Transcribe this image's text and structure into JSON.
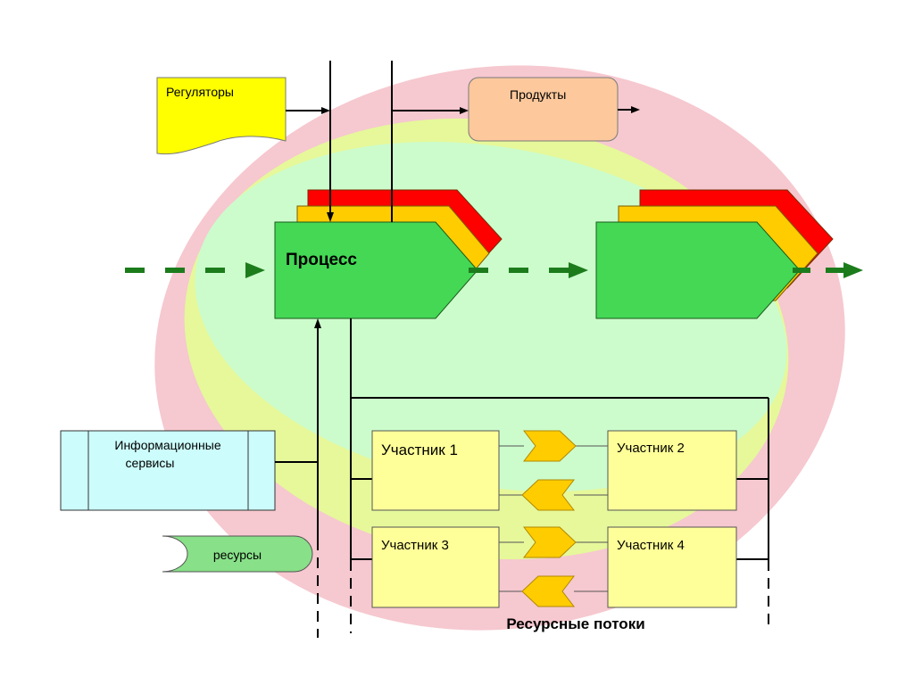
{
  "labels": {
    "regulators": "Регуляторы",
    "products": "Продукты",
    "process": "Процесс",
    "info_services_line1": "Информационные",
    "info_services_line2": "сервисы",
    "resources": "ресурсы",
    "participant_1": "Участник 1",
    "participant_2": "Участник 2",
    "participant_3": "Участник 3",
    "participant_4": "Участник 4",
    "resource_flows": "Ресурсные потоки"
  },
  "colors": {
    "outer_ellipse": "#f6c8cf",
    "middle_ellipse": "#e6f89a",
    "inner_ellipse": "#ccfccc",
    "process_green": "#44d855",
    "process_yellow": "#ffcc00",
    "process_red": "#ff0000",
    "regulators_fill": "#ffff00",
    "products_fill": "#fcc89c",
    "info_services_fill": "#ccfcfc",
    "resources_fill": "#88e088",
    "participant_fill": "#ffff99",
    "exchange_arrow": "#ffcc00",
    "flow_arrow": "#1c7c1c"
  }
}
